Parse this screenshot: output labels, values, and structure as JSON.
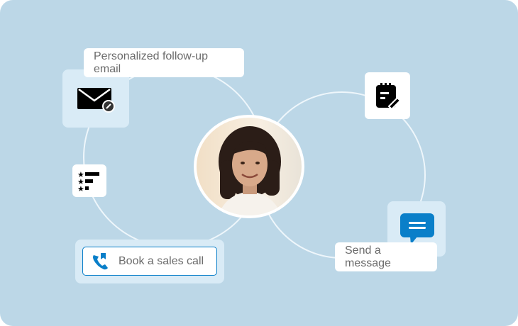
{
  "labels": {
    "email": "Personalized follow-up email",
    "call": "Book a sales call",
    "message": "Send a message"
  },
  "icons": [
    "envelope-edit-icon",
    "rating-list-icon",
    "notepad-edit-icon",
    "chat-bubble-icon",
    "phone-icon"
  ],
  "colors": {
    "background": "#bcd7e7",
    "accent": "#0a7fc9"
  }
}
